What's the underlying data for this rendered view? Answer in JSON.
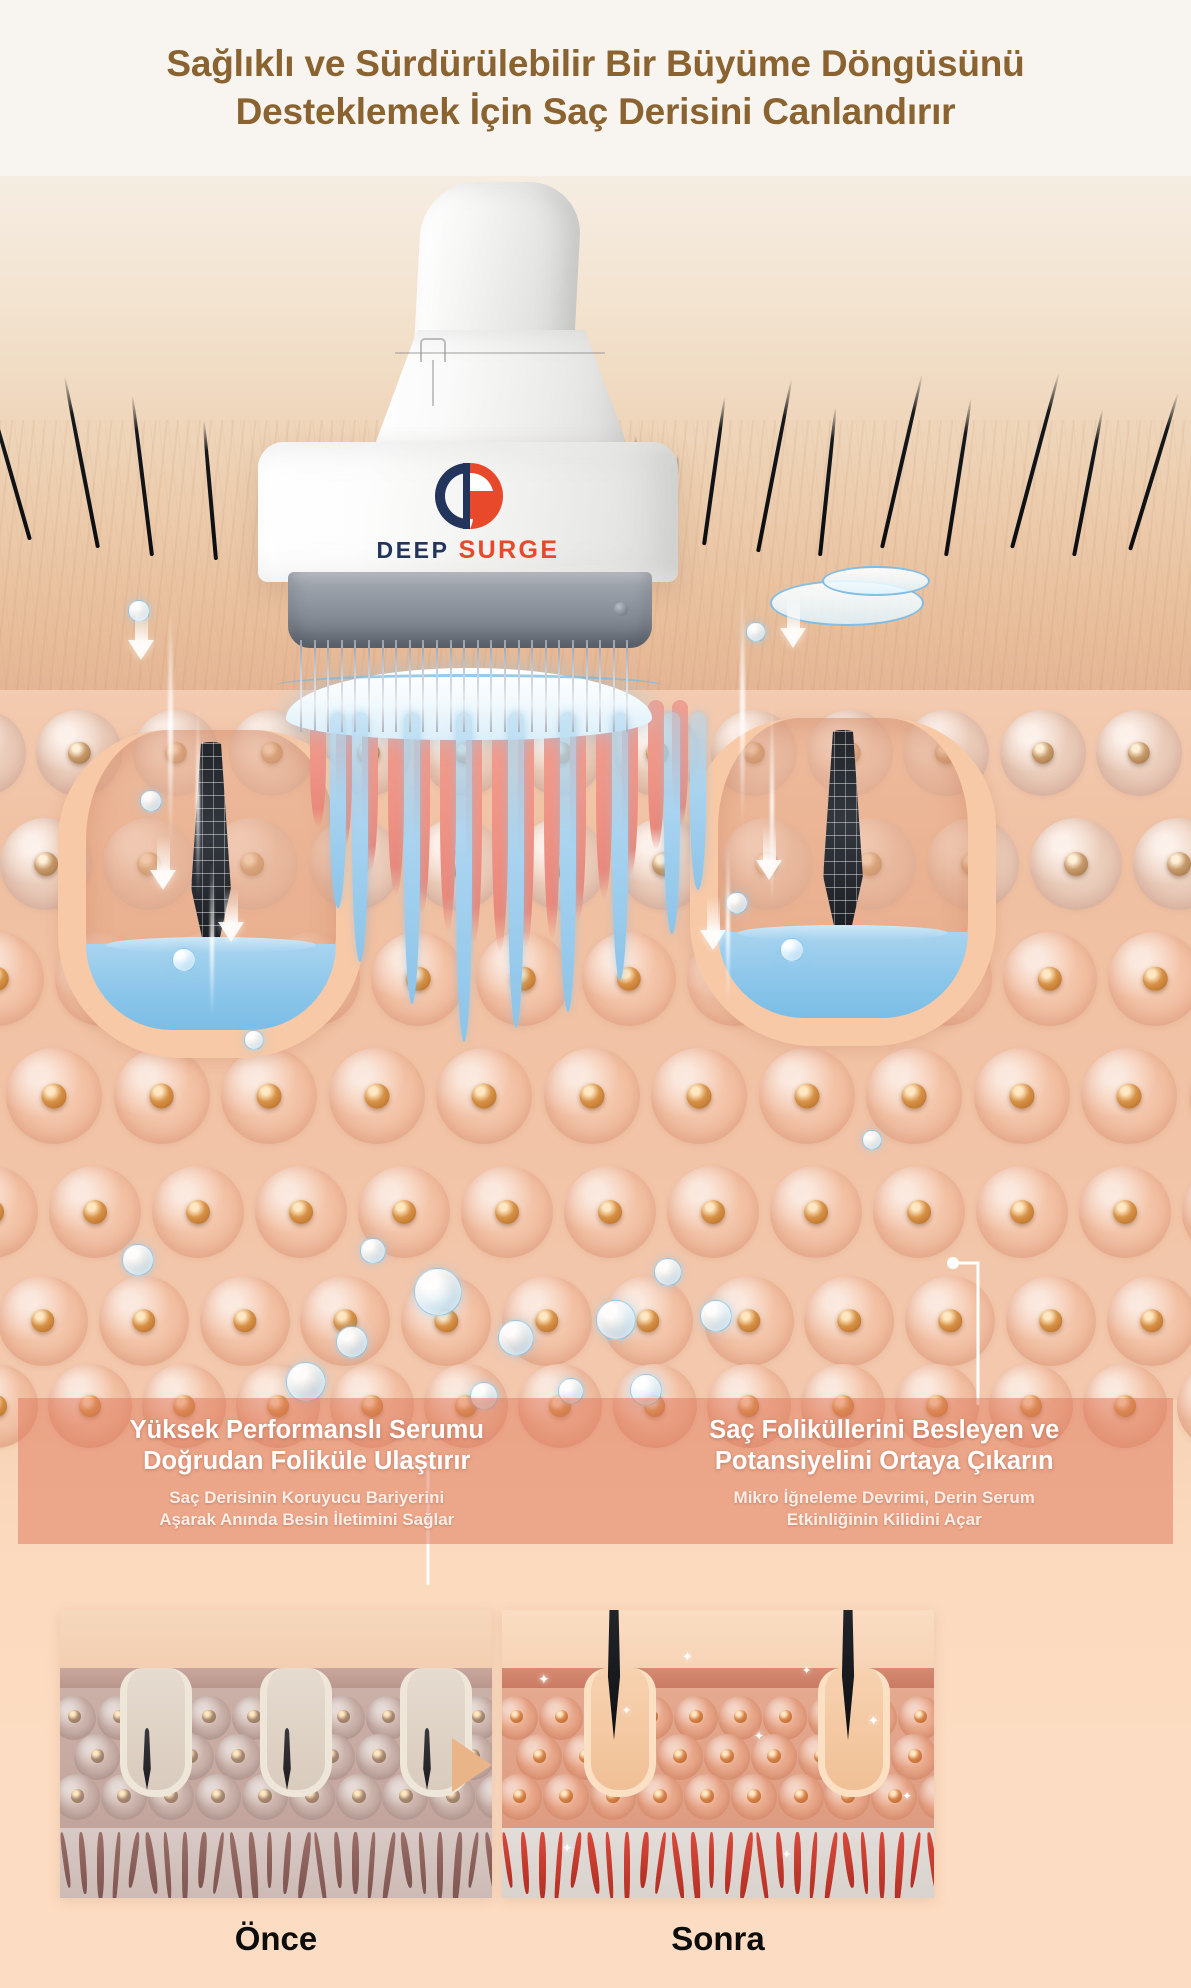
{
  "header": {
    "title_line1": "Sağlıklı ve Sürdürülebilir Bir Büyüme Döngüsünü",
    "title_line2": "Desteklemek İçin Saç Derisini Canlandırır",
    "title_color": "#8a6330"
  },
  "device": {
    "brand_first": "DEEP",
    "brand_second": "SURGE",
    "brand_first_color": "#23355c",
    "brand_second_color": "#e8492a",
    "logo_mark_name": "ds-circular-monogram"
  },
  "panels": {
    "left": {
      "heading_line1": "Yüksek Performanslı Serumu",
      "heading_line2": "Doğrudan Foliküle Ulaştırır",
      "sub_line1": "Saç Derisinin Koruyucu Bariyerini",
      "sub_line2": "Aşarak Anında Besin İletimini Sağlar"
    },
    "right": {
      "heading_line1": "Saç Foliküllerini Besleyen ve",
      "heading_line2": "Potansiyelini Ortaya Çıkarın",
      "sub_line1": "Mikro İğneleme Devrimi, Derin Serum",
      "sub_line2": "Etkinliğinin Kilidini Açar"
    },
    "overlay_color": "#e07e60",
    "heading_color": "#ffffff",
    "sub_color": "#fdeee7"
  },
  "comparison": {
    "before_label": "Önce",
    "after_label": "Sonra",
    "label_color": "#0d0d0d",
    "arrow_color": "#e8b488",
    "before_caption_name": "before-skin-cross-section",
    "after_caption_name": "after-skin-cross-section"
  },
  "colors": {
    "page_background": "#f8f5f1",
    "scalp_surface": "#edd0b2",
    "dermis": "#f0c0a2",
    "lower_background": "#fcdcc2",
    "cell_fill": "#f2bfa2",
    "cell_nucleus": "#d79248",
    "serum_blue": "#8cc4e9",
    "needle_trail": "#ee9385",
    "device_body": "#fdfdfd",
    "device_base": "#8e949d"
  }
}
